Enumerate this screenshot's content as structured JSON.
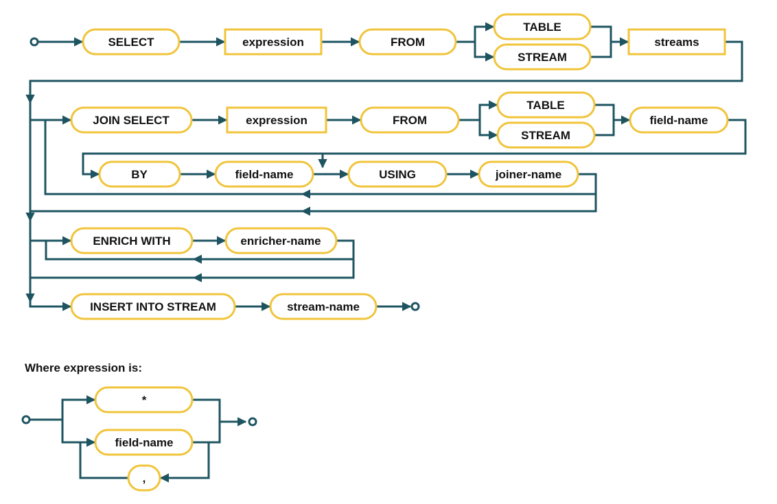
{
  "diagram": {
    "select": "SELECT",
    "expression_1": "expression",
    "from_1": "FROM",
    "table_1": "TABLE",
    "stream_1": "STREAM",
    "streams": "streams",
    "join_select": "JOIN SELECT",
    "expression_2": "expression",
    "from_2": "FROM",
    "table_2": "TABLE",
    "stream_2": "STREAM",
    "field_name_1": "field-name",
    "by": "BY",
    "field_name_2": "field-name",
    "using": "USING",
    "joiner_name": "joiner-name",
    "enrich_with": "ENRICH WITH",
    "enricher_name": "enricher-name",
    "insert_into_stream": "INSERT INTO STREAM",
    "stream_name": "stream-name"
  },
  "expression_def": {
    "caption": "Where expression is:",
    "star": "*",
    "field_name": "field-name",
    "comma": ","
  }
}
